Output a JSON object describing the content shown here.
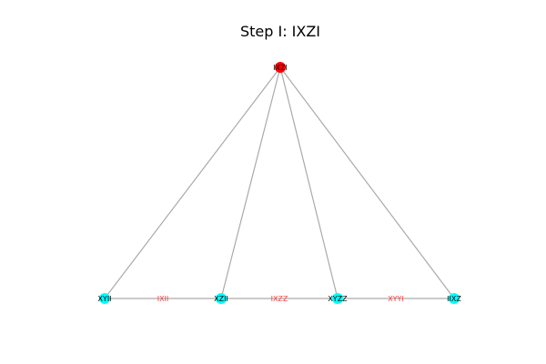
{
  "title": "Step I: IXZI",
  "colors": {
    "background": "#ffffff",
    "root_node": "#ff0000",
    "leaf_node": "#00ffff",
    "edge": "#aaaaaa",
    "edge_label": "#ff4040"
  },
  "nodes": [
    {
      "id": "IXZI",
      "label": "IXZI",
      "role": "root"
    },
    {
      "id": "XYII",
      "label": "XYII",
      "role": "leaf"
    },
    {
      "id": "XZII",
      "label": "XZII",
      "role": "leaf"
    },
    {
      "id": "XYZZ",
      "label": "XYZZ",
      "role": "leaf"
    },
    {
      "id": "IIXZ",
      "label": "IIXZ",
      "role": "leaf"
    }
  ],
  "edges": [
    {
      "source": "IXZI",
      "target": "XYII",
      "label": ""
    },
    {
      "source": "IXZI",
      "target": "XZII",
      "label": ""
    },
    {
      "source": "IXZI",
      "target": "XYZZ",
      "label": ""
    },
    {
      "source": "IXZI",
      "target": "IIXZ",
      "label": ""
    },
    {
      "source": "XYII",
      "target": "XZII",
      "label": "IXII"
    },
    {
      "source": "XZII",
      "target": "XYZZ",
      "label": "IXZZ"
    },
    {
      "source": "XYZZ",
      "target": "IIXZ",
      "label": "XYYI"
    }
  ]
}
